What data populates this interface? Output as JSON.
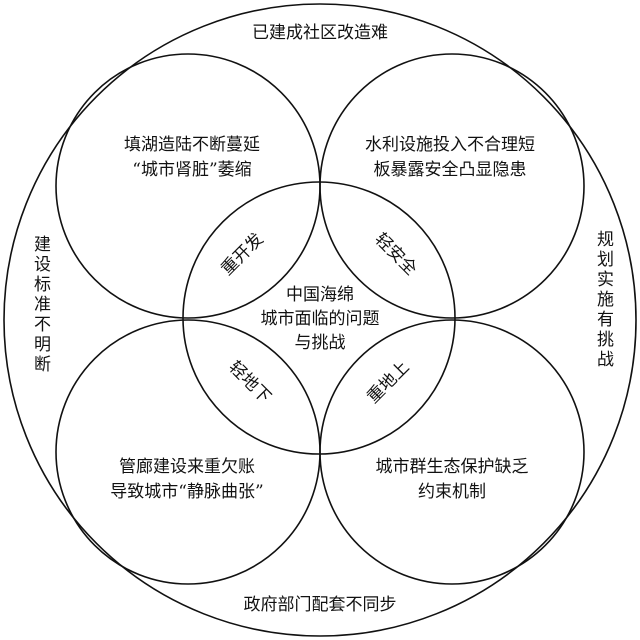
{
  "center": {
    "lines": [
      "中国海绵",
      "城市面临的问题",
      "与挑战"
    ]
  },
  "outer": {
    "top": "已建成社区改造难",
    "bottom": "政府部门配套不同步",
    "left": "建设标准不明断",
    "right": "规划实施有挑战"
  },
  "circles": {
    "top_left": {
      "lines": [
        "填湖造陆不断蔓延",
        "“城市肾脏”萎缩"
      ]
    },
    "top_right": {
      "lines": [
        "水利设施投入不合理短",
        "板暴露安全凸显隐患"
      ]
    },
    "bottom_left": {
      "lines": [
        "管廊建设来重欠账",
        "导致城市“静脉曲张”"
      ]
    },
    "bottom_right": {
      "lines": [
        "城市群生态保护缺乏",
        "约束机制"
      ]
    }
  },
  "lenses": {
    "top_left": "重开发",
    "top_right": "轻安全",
    "bottom_left": "轻地下",
    "bottom_right": "重地上"
  }
}
